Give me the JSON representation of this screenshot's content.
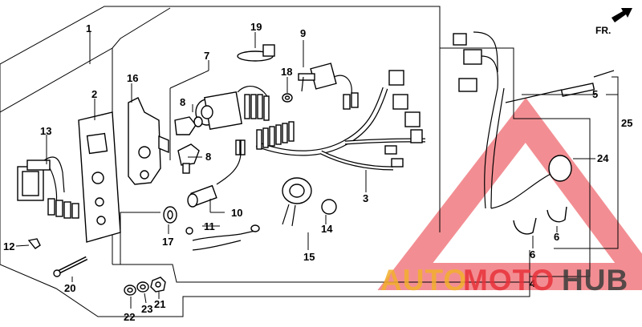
{
  "direction_indicator": "FR.",
  "callouts": [
    "1",
    "2",
    "3",
    "4",
    "5",
    "6",
    "6",
    "7",
    "8",
    "8",
    "9",
    "10",
    "11",
    "12",
    "13",
    "14",
    "15",
    "16",
    "17",
    "18",
    "19",
    "20",
    "21",
    "22",
    "23",
    "24",
    "25"
  ],
  "watermark": {
    "part1": "AUTO",
    "part2": "MOTO",
    "part3": "HUB",
    "color_orange": "#f2b02e",
    "color_red": "#e8323a",
    "color_dark": "#3c3c3c"
  }
}
